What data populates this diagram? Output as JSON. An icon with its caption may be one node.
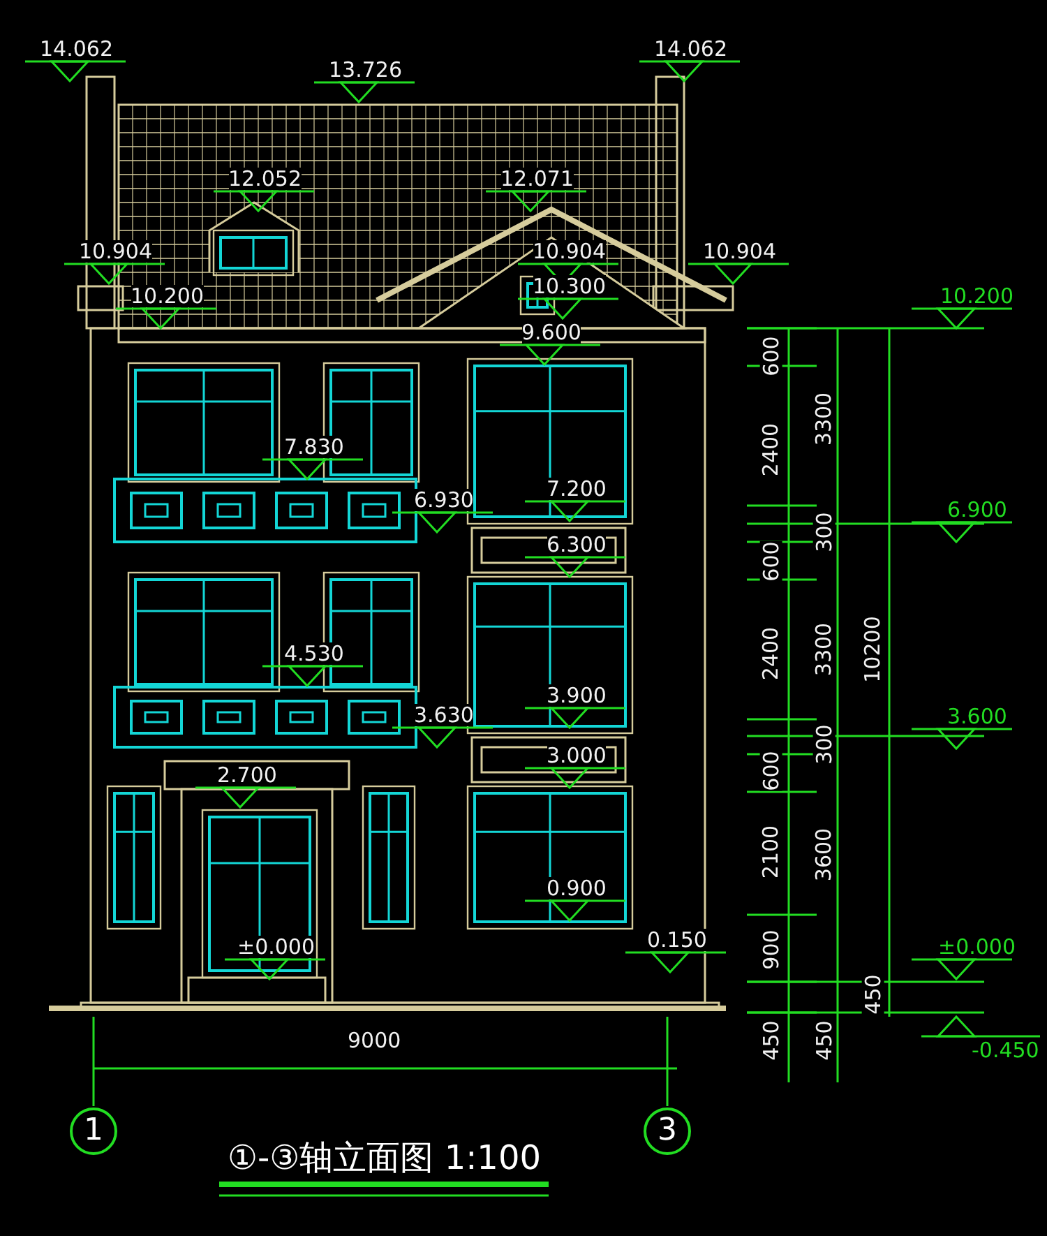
{
  "diagram": {
    "title": "①-③轴立面图 1:100",
    "nodes": [
      {
        "text": [
          "1"
        ]
      },
      {
        "text": [
          "3"
        ]
      }
    ],
    "edges": [],
    "labels": [
      "14.062",
      "14.062",
      "13.726",
      "12.052",
      "12.071",
      "10.904",
      "10.904",
      "10.904",
      "10.300",
      "10.200",
      "10.200",
      "9.600",
      "7.830",
      "7.200",
      "6.930",
      "6.900",
      "6.300",
      "4.530",
      "3.900",
      "3.630",
      "3.600",
      "3.000",
      "2.700",
      "0.900",
      "0.150",
      "±0.000",
      "±0.000",
      "-0.450",
      "9000",
      "600",
      "2400",
      "600",
      "2400",
      "600",
      "2100",
      "900",
      "450",
      "3300",
      "300",
      "3300",
      "300",
      "3600",
      "450",
      "10200",
      "450"
    ]
  }
}
